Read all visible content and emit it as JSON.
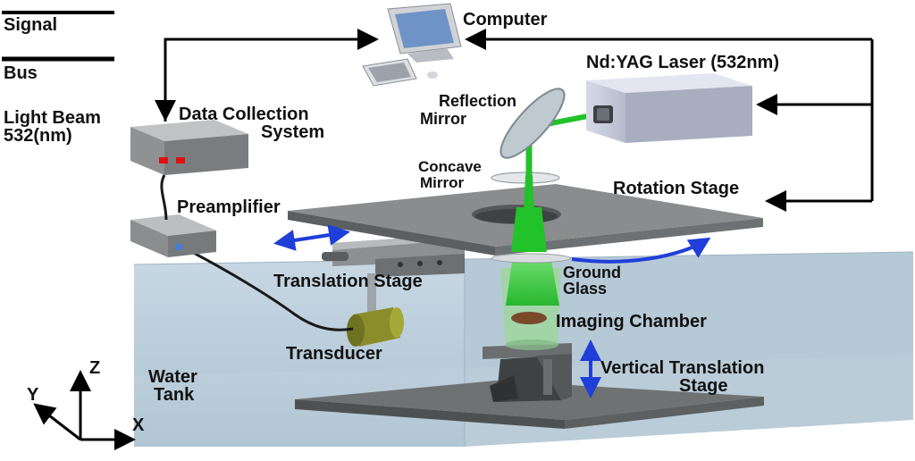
{
  "legend": {
    "signal": "Signal",
    "bus": "Bus",
    "light_beam_line1": "Light Beam",
    "light_beam_line2": "532(nm)"
  },
  "labels": {
    "computer": "Computer",
    "laser": "Nd:YAG Laser (532nm)",
    "reflection_mirror_line1": "Reflection",
    "reflection_mirror_line2": "Mirror",
    "data_collection_line1": "Data Collection",
    "data_collection_line2": "System",
    "concave_mirror_line1": "Concave",
    "concave_mirror_line2": "Mirror",
    "rotation_stage": "Rotation Stage",
    "preamplifier": "Preamplifier",
    "ground_glass_line1": "Ground",
    "ground_glass_line2": "Glass",
    "translation_stage": "Translation Stage",
    "imaging_chamber": "Imaging Chamber",
    "transducer": "Transducer",
    "vertical_stage_line1": "Vertical Translation",
    "vertical_stage_line2": "Stage",
    "water_tank_line1": "Water",
    "water_tank_line2": "Tank"
  },
  "axes": {
    "x": "X",
    "y": "Y",
    "z": "Z"
  },
  "colors": {
    "signal_line": "#000000",
    "bus_line": "#000000",
    "light_beam": "#22c22a",
    "motion_arrow": "#1f3fd8",
    "water": "#b9ccd9",
    "panel": "#808283"
  }
}
